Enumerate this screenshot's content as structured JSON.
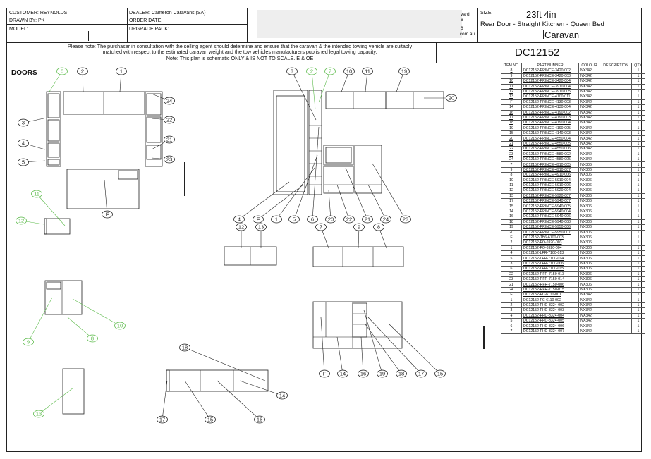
{
  "header": {
    "customer": "CUSTOMER: REYNOLDS",
    "drawn_by": "DRAWN BY: PK",
    "model": "MODEL:",
    "dealer": "DEALER: Cameron Caravans (SA)",
    "order_date": "ORDER DATE:",
    "upgrade_pack": "UPGRADE PACK:",
    "address_fragment_1": "vard,",
    "address_fragment_2": "6",
    "address_fragment_3": "6",
    "address_fragment_4": ".com.au",
    "size_label": "SIZE:",
    "size_value": "23ft 4in",
    "layout_desc": "Rear Door - Straight Kitchen - Queen Bed",
    "caravan_label": "Caravan",
    "plan_code": "DC12152"
  },
  "note_lines": [
    "Please note: The purchaser in consultation with the selling agent should determine and ensure that the caravan & the intended towing vehicle are suitably",
    "matched with respect to the estimated caravan weight and the tow vehicles manufacturers published legal towing capacity.",
    "Note: This plan is schematic ONLY & IS NOT TO SCALE. E & OE"
  ],
  "section_title": "DOORS",
  "parts_table": {
    "headers": [
      "ITEM NO.",
      "PART NUMBER",
      "COLOUR",
      "DESCRIPTION",
      "QTY."
    ],
    "rows": [
      [
        "8",
        "DC12152-PRINCE-3420-002",
        "NX342",
        "",
        "1"
      ],
      [
        "9",
        "DC12152-PRINCE-3420-003",
        "NX342",
        "",
        "1"
      ],
      [
        "10",
        "DC12152-PRINCE-3420-004",
        "NX342",
        "",
        "1"
      ],
      [
        "11",
        "DC12152-PRINCE-3910-004",
        "NX342",
        "",
        "1"
      ],
      [
        "12",
        "DC12152-PRINCE-3910-005",
        "NX342",
        "",
        "1"
      ],
      [
        "13",
        "DC12152-PRINCE-4100-011",
        "NX342",
        "",
        "1"
      ],
      [
        "F",
        "DC12152-PRINCE-4130-003",
        "NX342",
        "",
        "1"
      ],
      [
        "14",
        "DC12152-PRINCE-4130-004",
        "NX342",
        "",
        "1"
      ],
      [
        "16",
        "DC12152-PRINCE-4190-002",
        "NX342",
        "",
        "1"
      ],
      [
        "17",
        "DC12152-PRINCE-4190-003",
        "NX342",
        "",
        "1"
      ],
      [
        "18",
        "DC12152-PRINCE-4190-004",
        "NX342",
        "",
        "1"
      ],
      [
        "19",
        "DC12152-PRINCE-4190-005",
        "NX342",
        "",
        "1"
      ],
      [
        "15",
        "DC12152-PRINCE-4140-003",
        "NX342",
        "",
        "1"
      ],
      [
        "20",
        "DC12152-PRINCE-4550-004",
        "NX342",
        "",
        "1"
      ],
      [
        "21",
        "DC12152-PRINCE-4550-005",
        "NX342",
        "",
        "1"
      ],
      [
        "22",
        "DC12152-PRINCE-4550-006",
        "NX342",
        "",
        "1"
      ],
      [
        "23",
        "DC12152-PRINCE-4580-002",
        "NX342",
        "",
        "1"
      ],
      [
        "24",
        "DC12152-PRINCE-4580-005",
        "NX342",
        "",
        "1"
      ],
      [
        "7",
        "DC12152-PRINCE-4910-005",
        "NX306",
        "",
        "1"
      ],
      [
        "9",
        "DC12152-PRINCE-4910-007",
        "NX306",
        "",
        "1"
      ],
      [
        "8",
        "DC12152-PRINCE-4910-006",
        "NX306",
        "",
        "1"
      ],
      [
        "10",
        "DC12152-PRINCE-5910-004",
        "NX306",
        "",
        "1"
      ],
      [
        "11",
        "DC12152-PRINCE-5910-006",
        "NX306",
        "",
        "1"
      ],
      [
        "12",
        "DC12152-PRINCE-5920-004",
        "NX306",
        "",
        "1"
      ],
      [
        "13",
        "DC12152-PRINCE-5920-007",
        "NX306",
        "",
        "1"
      ],
      [
        "17",
        "DC12152-PRINCE-5940-007",
        "NX306",
        "",
        "1"
      ],
      [
        "15",
        "DC12152-PRINCE-5940-005",
        "NX306",
        "",
        "1"
      ],
      [
        "14",
        "DC12152-PRINCE-5940-004",
        "NX306",
        "",
        "1"
      ],
      [
        "16",
        "DC12152-PRINCE-5940-006",
        "NX306",
        "",
        "1"
      ],
      [
        "18",
        "DC12152-PRINCE-5940-008",
        "NX306",
        "",
        "1"
      ],
      [
        "19",
        "DC12152-PRINCE-5950-006",
        "NX306",
        "",
        "1"
      ],
      [
        "20",
        "DC12152-PRINCE-5950-007",
        "NX306",
        "",
        "1"
      ],
      [
        "F",
        "DC12152-TB6-6100-003",
        "NX306",
        "",
        "1"
      ],
      [
        "2",
        "DC12152-FO-6920-003",
        "NX306",
        "",
        "1"
      ],
      [
        "1",
        "DC12152-FO-6920-004",
        "NX306",
        "",
        "1"
      ],
      [
        "4",
        "DC12152-LFR-7100-013",
        "NX306",
        "",
        "1"
      ],
      [
        "5",
        "DC12152-LFR-7100-014",
        "NX306",
        "",
        "1"
      ],
      [
        "3",
        "DC12152-LFR-7100-006",
        "NX306",
        "",
        "1"
      ],
      [
        "6",
        "DC12152-LFR-7100-015",
        "NX306",
        "",
        "1"
      ],
      [
        "22",
        "DC12152-RFR-7150-013",
        "NX306",
        "",
        "1"
      ],
      [
        "23",
        "DC12152-RFR-7150-014",
        "NX306",
        "",
        "1"
      ],
      [
        "21",
        "DC12152-RFR-7150-006",
        "NX306",
        "",
        "1"
      ],
      [
        "24",
        "DC12152-RFR-7150-015",
        "NX306",
        "",
        "1"
      ],
      [
        "F",
        "DC12152-FC-6110-001",
        "NX342",
        "",
        "1"
      ],
      [
        "1",
        "DC12152-FC-6110-002",
        "NX342",
        "",
        "1"
      ],
      [
        "2",
        "DC12152-FHC-3324-002",
        "NX342",
        "",
        "1"
      ],
      [
        "3",
        "DC12152-FHC-3324-003",
        "NX342",
        "",
        "1"
      ],
      [
        "4",
        "DC12152-FHC-3324-004",
        "NX342",
        "",
        "1"
      ],
      [
        "5",
        "DC12152-FHC-3324-005",
        "NX342",
        "",
        "1"
      ],
      [
        "6",
        "DC12152-FHC-3324-006",
        "NX342",
        "",
        "1"
      ],
      [
        "7",
        "DC12152-FHC-3324-007",
        "NX342",
        "",
        "1"
      ]
    ]
  },
  "callouts": [
    {
      "label": "6",
      "color": "green"
    },
    {
      "label": "2",
      "color": "black"
    },
    {
      "label": "1",
      "color": "black"
    },
    {
      "label": "24",
      "color": "black"
    },
    {
      "label": "22",
      "color": "black"
    },
    {
      "label": "21",
      "color": "black"
    },
    {
      "label": "23",
      "color": "black"
    },
    {
      "label": "3",
      "color": "black"
    },
    {
      "label": "4",
      "color": "black"
    },
    {
      "label": "5",
      "color": "black"
    },
    {
      "label": "F",
      "color": "black"
    },
    {
      "label": "11",
      "color": "green"
    },
    {
      "label": "12",
      "color": "green"
    },
    {
      "label": "3",
      "color": "black"
    },
    {
      "label": "2",
      "color": "green"
    },
    {
      "label": "7",
      "color": "green"
    },
    {
      "label": "10",
      "color": "black"
    },
    {
      "label": "11",
      "color": "black"
    },
    {
      "label": "19",
      "color": "black"
    },
    {
      "label": "20",
      "color": "black"
    },
    {
      "label": "4",
      "color": "black"
    },
    {
      "label": "F",
      "color": "black"
    },
    {
      "label": "1",
      "color": "black"
    },
    {
      "label": "5",
      "color": "black"
    },
    {
      "label": "6",
      "color": "black"
    },
    {
      "label": "20",
      "color": "black"
    },
    {
      "label": "22",
      "color": "black"
    },
    {
      "label": "21",
      "color": "black"
    },
    {
      "label": "24",
      "color": "black"
    },
    {
      "label": "23",
      "color": "black"
    },
    {
      "label": "12",
      "color": "black"
    },
    {
      "label": "13",
      "color": "black"
    },
    {
      "label": "7",
      "color": "black"
    },
    {
      "label": "9",
      "color": "black"
    },
    {
      "label": "8",
      "color": "black"
    },
    {
      "label": "9",
      "color": "green"
    },
    {
      "label": "8",
      "color": "green"
    },
    {
      "label": "10",
      "color": "green"
    },
    {
      "label": "13",
      "color": "green"
    },
    {
      "label": "F",
      "color": "black"
    },
    {
      "label": "14",
      "color": "black"
    },
    {
      "label": "16",
      "color": "black"
    },
    {
      "label": "19",
      "color": "black"
    },
    {
      "label": "18",
      "color": "black"
    },
    {
      "label": "17",
      "color": "black"
    },
    {
      "label": "15",
      "color": "black"
    },
    {
      "label": "18",
      "color": "black"
    },
    {
      "label": "14",
      "color": "black"
    },
    {
      "label": "17",
      "color": "black"
    },
    {
      "label": "15",
      "color": "black"
    },
    {
      "label": "16",
      "color": "black"
    }
  ],
  "colors": {
    "green_callout": "#5dbb4c",
    "line": "#222222"
  }
}
